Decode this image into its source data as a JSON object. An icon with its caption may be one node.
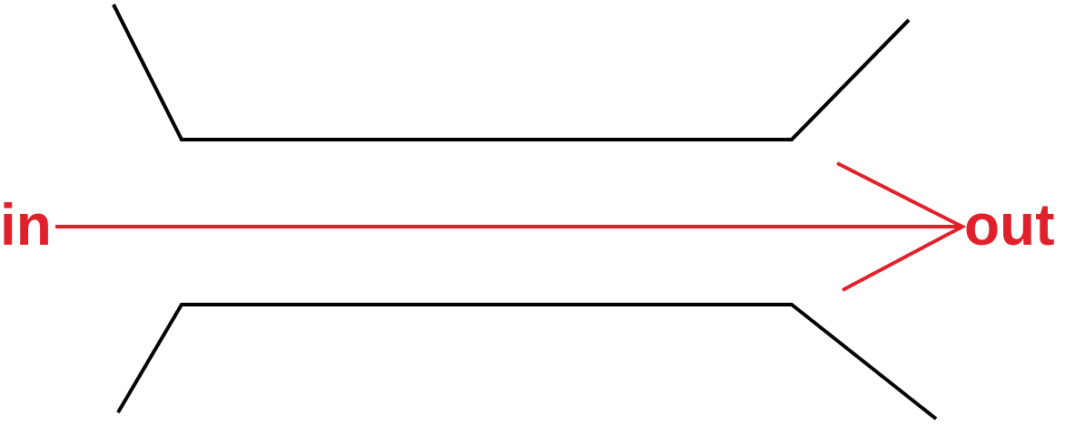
{
  "diagram": {
    "nodes": [
      {
        "text": [
          "in"
        ]
      },
      {
        "text": [
          "out"
        ]
      }
    ],
    "edges": [
      {
        "from": 0,
        "to": 1,
        "arrow": "to"
      }
    ]
  }
}
